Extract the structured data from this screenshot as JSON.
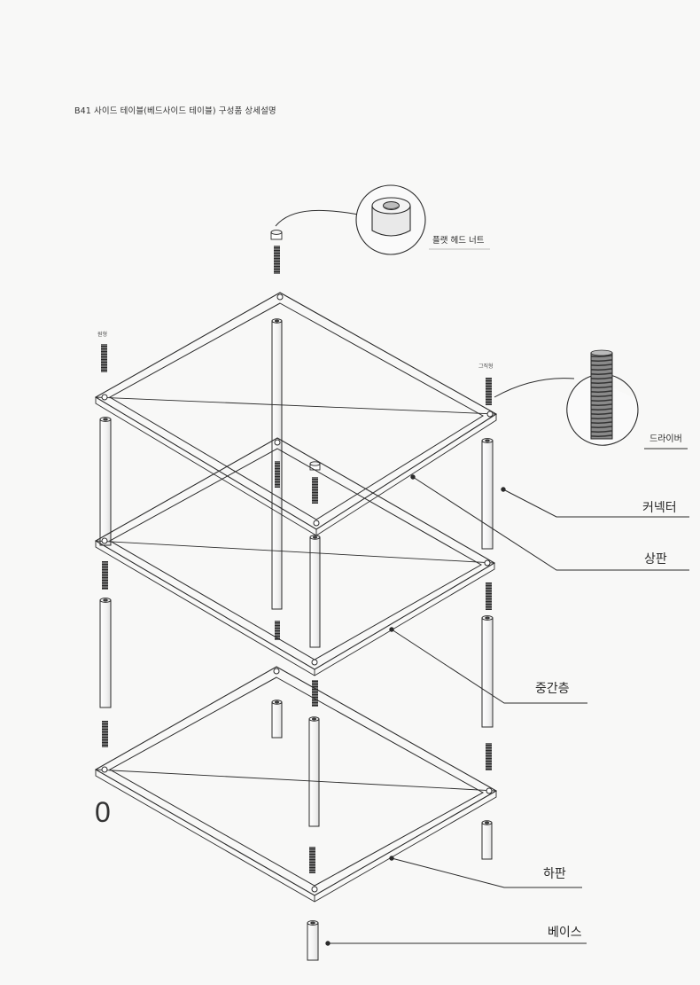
{
  "title": "B41 사이드 테이블(베드사이드 테이블) 구성품 상세설명",
  "labels": {
    "flat_head_nut": "플랫 헤드 너트",
    "round": "원형",
    "straight": "그직형",
    "driver": "드라이버",
    "connector": "커넥터",
    "top_plate": "상판",
    "middle_layer": "중간층",
    "bottom_plate": "하판",
    "base": "베이스",
    "zero": "0"
  },
  "colors": {
    "background": "#f8f8f7",
    "line": "#2b2b2b",
    "thread": "#555555"
  },
  "icons": [
    "magnifier-callout-nut",
    "magnifier-callout-thread"
  ]
}
